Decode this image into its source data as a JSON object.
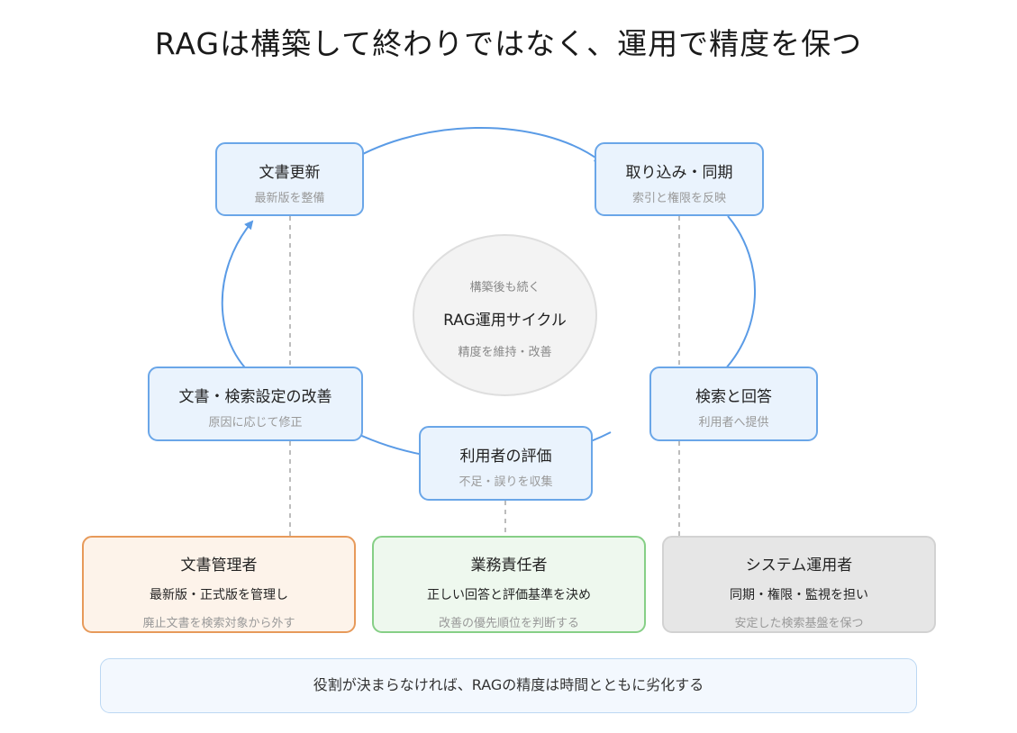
{
  "title": "RAGは構築して終わりではなく、運用で精度を保つ",
  "center": {
    "top": "構築後も続く",
    "label": "RAG運用サイクル",
    "bottom": "精度を維持・改善"
  },
  "cycle": [
    {
      "main": "文書更新",
      "sub": "最新版を整備"
    },
    {
      "main": "取り込み・同期",
      "sub": "索引と権限を反映"
    },
    {
      "main": "検索と回答",
      "sub": "利用者へ提供"
    },
    {
      "main": "利用者の評価",
      "sub": "不足・誤りを収集"
    },
    {
      "main": "文書・検索設定の改善",
      "sub": "原因に応じて修正"
    }
  ],
  "roles": [
    {
      "name": "文書管理者",
      "duty": "最新版・正式版を管理し",
      "detail": "廃止文書を検索対象から外す",
      "border": "#e79a5a",
      "fill": "#fdf3ea"
    },
    {
      "name": "業務責任者",
      "duty": "正しい回答と評価基準を決め",
      "detail": "改善の優先順位を判断する",
      "border": "#86cf86",
      "fill": "#eef8ee"
    },
    {
      "name": "システム運用者",
      "duty": "同期・権限・監視を担い",
      "detail": "安定した検索基盤を保つ",
      "border": "#d2d2d2",
      "fill": "#e6e6e6"
    }
  ],
  "footer": "役割が決まらなければ、RAGの精度は時間とともに劣化する",
  "colors": {
    "arrow": "#5a9be6",
    "node_border": "#6aa6e8",
    "node_fill": "#eaf3fd"
  }
}
